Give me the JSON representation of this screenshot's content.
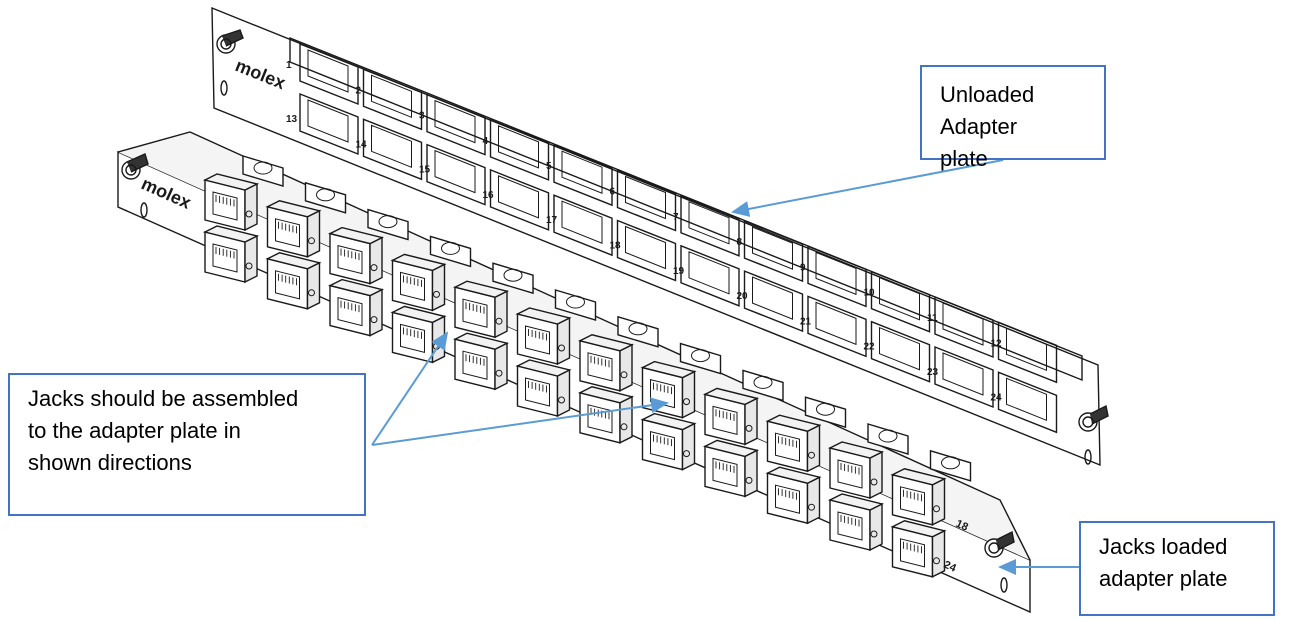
{
  "callouts": {
    "unloaded": "Unloaded Adapter\nplate",
    "jacks": "Jacks should be assembled\nto the adapter plate in\nshown directions",
    "loaded": "Jacks loaded\nadapter plate"
  },
  "panels": {
    "back_brand": "molex",
    "front_brand": "molex",
    "back_port_numbers": [
      "1",
      "2",
      "3",
      "4",
      "5",
      "6",
      "7",
      "8",
      "9",
      "10",
      "11",
      "12",
      "13",
      "14",
      "15",
      "16",
      "17",
      "18",
      "19",
      "20",
      "21",
      "22",
      "23",
      "24"
    ],
    "front_port_numbers": [
      "18",
      "24"
    ]
  },
  "colors": {
    "callout_border": "#4472c4",
    "arrow": "#5b9bd5",
    "line_art": "#1a1a1a"
  }
}
